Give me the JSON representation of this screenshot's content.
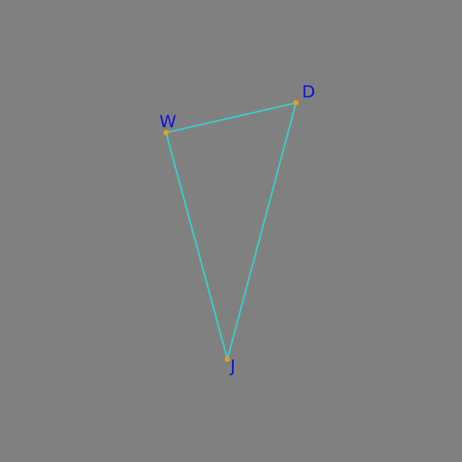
{
  "diagram": {
    "background": "#808080",
    "edge_color": "#33d6d6",
    "point_color": "#e0a020",
    "label_color": "#1010e0",
    "vertices": [
      {
        "id": "W",
        "label": "W"
      },
      {
        "id": "D",
        "label": "D"
      },
      {
        "id": "J",
        "label": "J"
      }
    ],
    "edges": [
      {
        "from": "W",
        "to": "D"
      },
      {
        "from": "D",
        "to": "J"
      },
      {
        "from": "J",
        "to": "W"
      }
    ]
  }
}
